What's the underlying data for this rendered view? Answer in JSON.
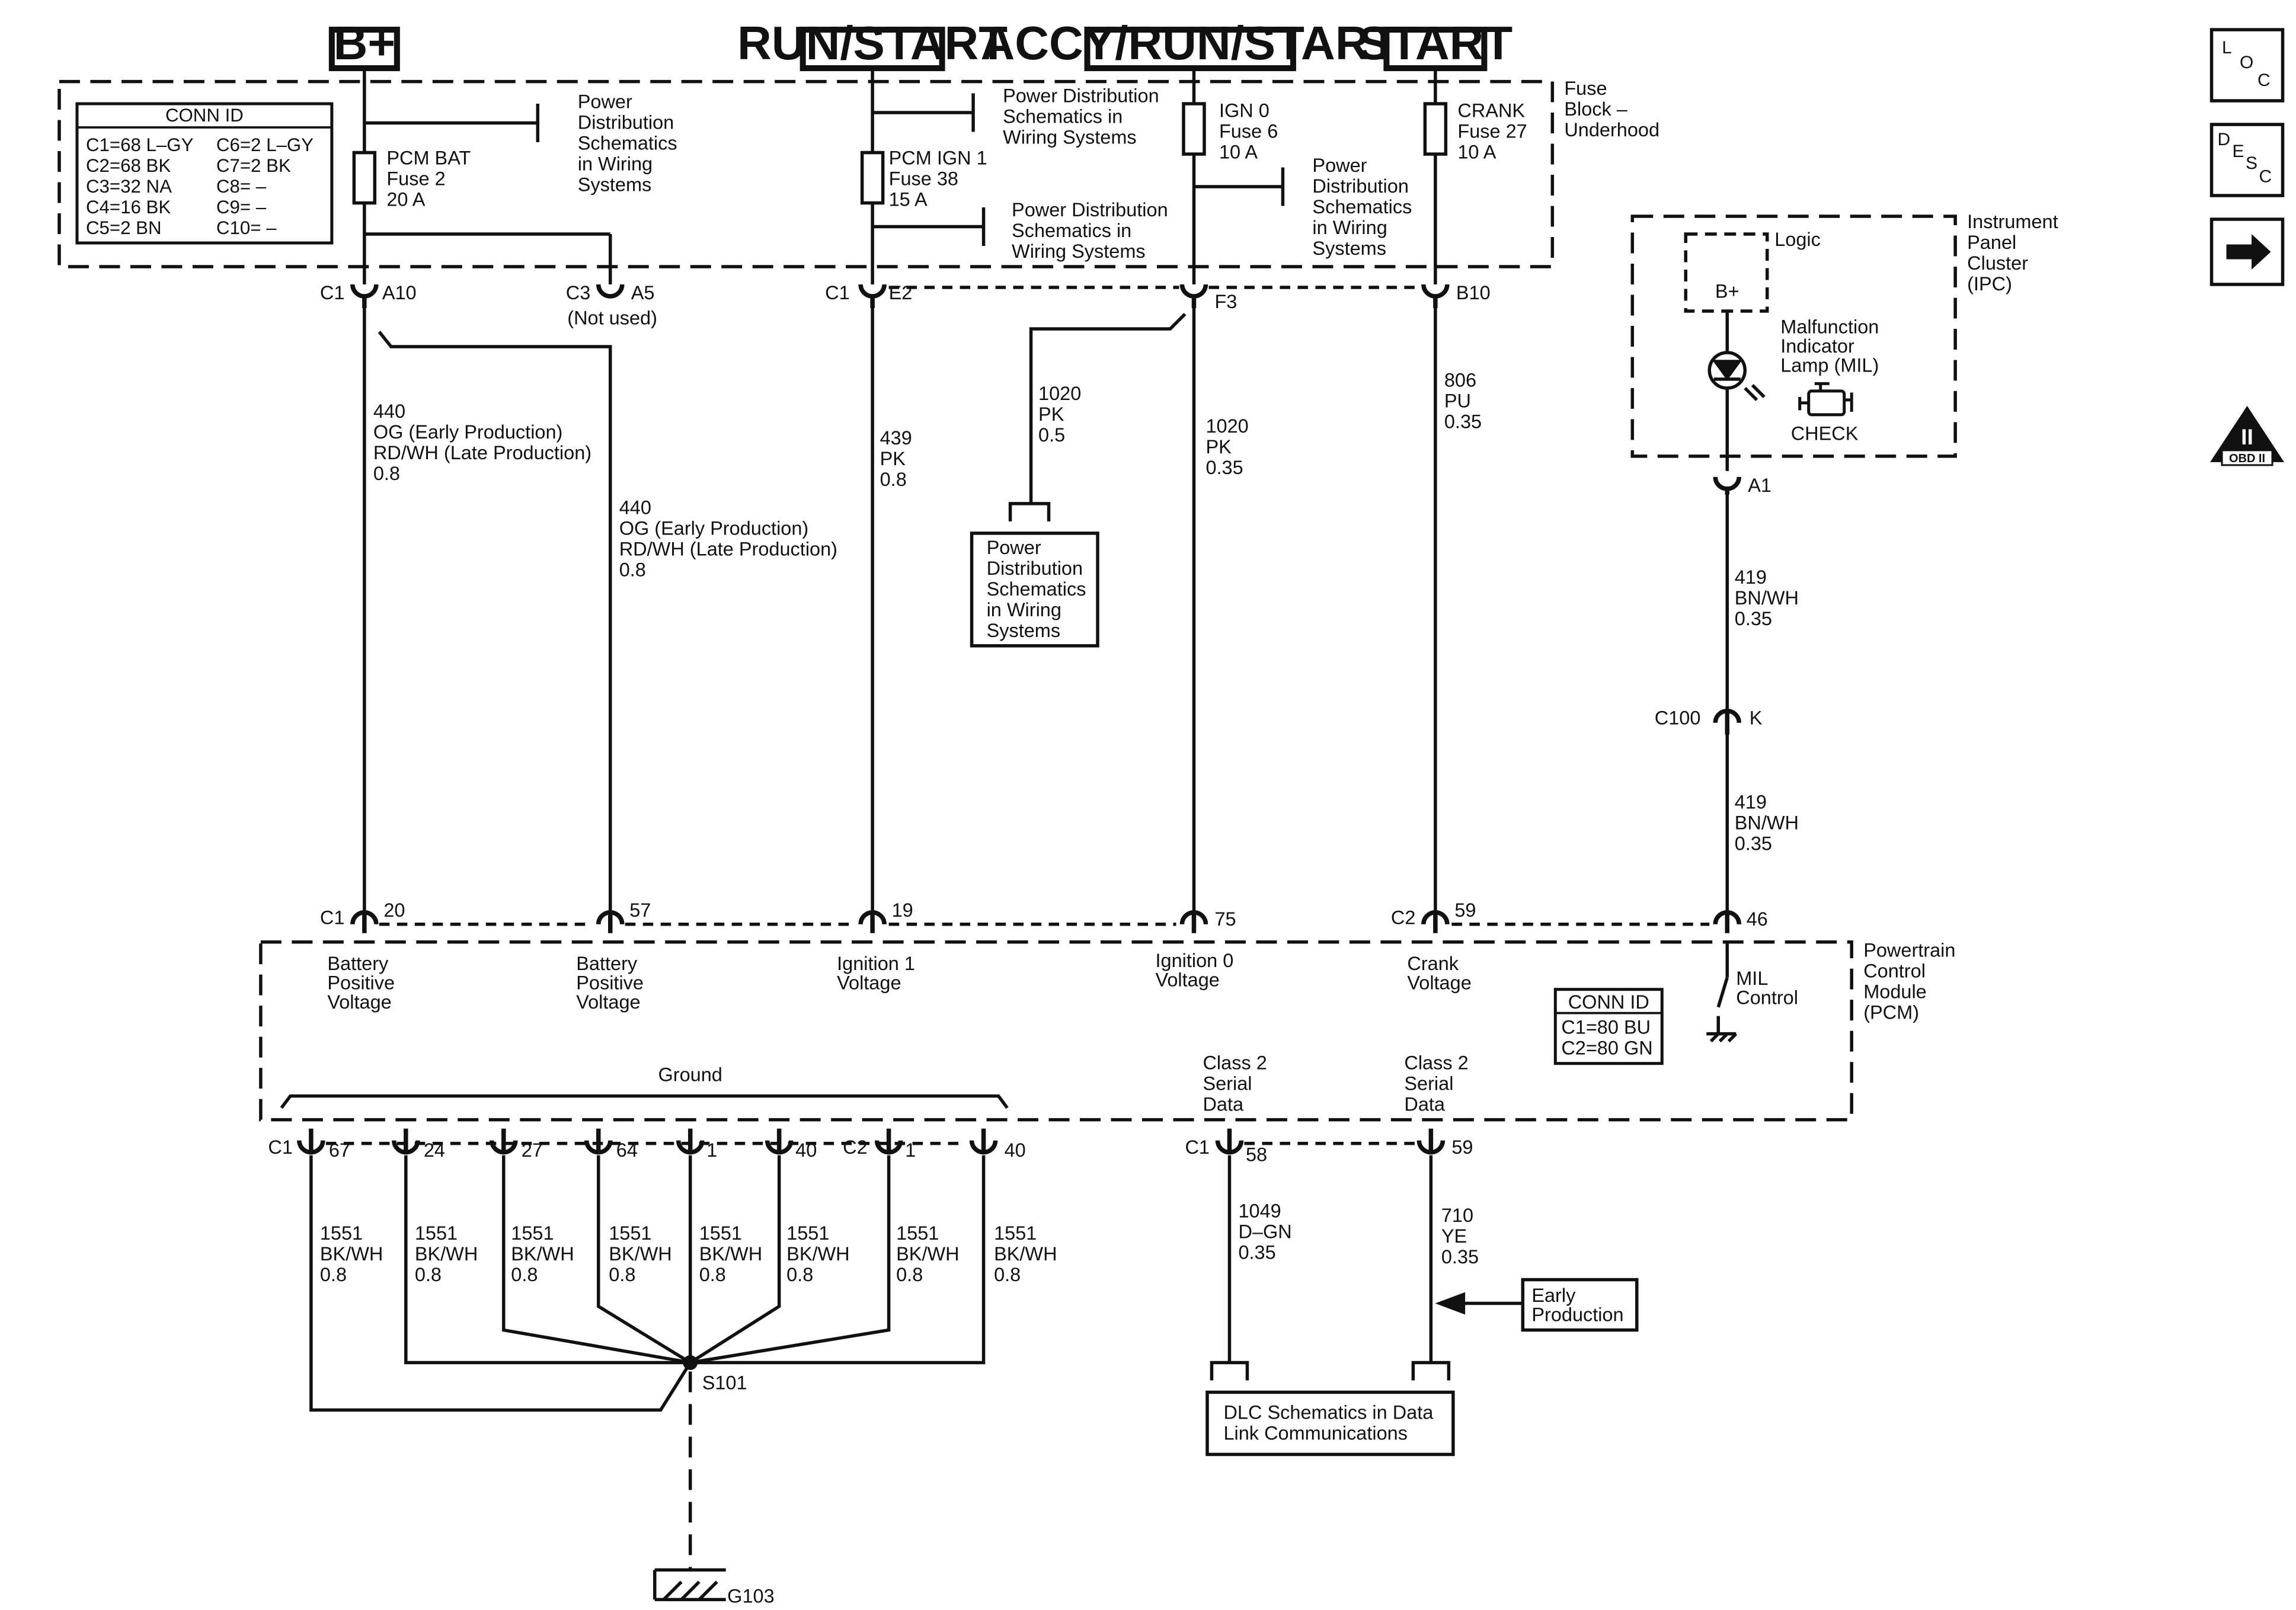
{
  "power_sources": [
    "B+",
    "RUN/START",
    "ACCY/RUN/START",
    "START"
  ],
  "fuse_block": {
    "title": [
      "Fuse",
      "Block –",
      "Underhood"
    ],
    "conn_id": {
      "title": "CONN ID",
      "left": [
        "C1=68 L–GY",
        "C2=68 BK",
        "C3=32 NA",
        "C4=16 BK",
        "C5=2 BN"
      ],
      "right": [
        "C6=2 L–GY",
        "C7=2 BK",
        "C8= –",
        "C9= –",
        "C10= –"
      ]
    },
    "fuses": [
      [
        "PCM BAT",
        "Fuse 2",
        "20 A"
      ],
      [
        "PCM IGN 1",
        "Fuse 38",
        "15 A"
      ],
      [
        "IGN 0",
        "Fuse 6",
        "10 A"
      ],
      [
        "CRANK",
        "Fuse 27",
        "10 A"
      ]
    ],
    "ref_text": [
      "Power",
      "Distribution",
      "Schematics",
      "in Wiring",
      "Systems"
    ],
    "ref_run_start_top": [
      "Power Distribution",
      "Schematics in",
      "Wiring Systems"
    ],
    "ref_run_start_bottom": [
      "Power Distribution",
      "Schematics in",
      "Wiring Systems"
    ],
    "connectors": [
      {
        "conn": "C1",
        "pin": "A10"
      },
      {
        "conn": "C3",
        "pin": "A5",
        "note": "(Not used)"
      },
      {
        "conn": "C1",
        "pin": "E2"
      },
      {
        "conn": "",
        "pin": "F3"
      },
      {
        "conn": "",
        "pin": "B10"
      }
    ]
  },
  "wires": {
    "w440_a": [
      "440",
      "OG (Early Production)",
      "RD/WH (Late Production)",
      "0.8"
    ],
    "w440_b": [
      "440",
      "OG (Early Production)",
      "RD/WH (Late Production)",
      "0.8"
    ],
    "w439": [
      "439",
      "PK",
      "0.8"
    ],
    "w1020_branch": [
      "1020",
      "PK",
      "0.5"
    ],
    "w1020": [
      "1020",
      "PK",
      "0.35"
    ],
    "w806": [
      "806",
      "PU",
      "0.35"
    ],
    "w419_a": [
      "419",
      "BN/WH",
      "0.35"
    ],
    "w419_b": [
      "419",
      "BN/WH",
      "0.35"
    ],
    "w1049": [
      "1049",
      "D–GN",
      "0.35"
    ],
    "w710": [
      "710",
      "YE",
      "0.35"
    ],
    "ground_wire": [
      "1551",
      "BK/WH",
      "0.8"
    ]
  },
  "power_ref_box": [
    "Power",
    "Distribution",
    "Schematics",
    "in Wiring",
    "Systems"
  ],
  "ipc": {
    "title": [
      "Instrument",
      "Panel",
      "Cluster",
      "(IPC)"
    ],
    "logic": "Logic",
    "bplus": "B+",
    "mil": [
      "Malfunction",
      "Indicator",
      "Lamp (MIL)"
    ],
    "check": "CHECK",
    "pin": "A1",
    "c100": "C100",
    "c100_pin": "K"
  },
  "pcm": {
    "title": [
      "Powertrain",
      "Control",
      "Module",
      "(PCM)"
    ],
    "pins_top": [
      {
        "conn": "C1",
        "pin": "20"
      },
      {
        "conn": "",
        "pin": "57"
      },
      {
        "conn": "",
        "pin": "19"
      },
      {
        "conn": "",
        "pin": "75"
      },
      {
        "conn": "C2",
        "pin": "59"
      },
      {
        "conn": "",
        "pin": "46"
      }
    ],
    "inputs": [
      [
        "Battery",
        "Positive",
        "Voltage"
      ],
      [
        "Battery",
        "Positive",
        "Voltage"
      ],
      [
        "Ignition 1",
        "Voltage"
      ],
      [
        "Ignition 0",
        "Voltage"
      ],
      [
        "Crank",
        "Voltage"
      ],
      [
        "MIL",
        "Control"
      ]
    ],
    "conn_id": {
      "title": "CONN ID",
      "rows": [
        "C1=80 BU",
        "C2=80 GN"
      ]
    },
    "ground": "Ground",
    "serial": [
      [
        "Class 2",
        "Serial",
        "Data"
      ],
      [
        "Class 2",
        "Serial",
        "Data"
      ]
    ],
    "ground_pins": [
      {
        "conn": "C1",
        "pin": "67"
      },
      {
        "conn": "",
        "pin": "24"
      },
      {
        "conn": "",
        "pin": "27"
      },
      {
        "conn": "",
        "pin": "64"
      },
      {
        "conn": "",
        "pin": "1"
      },
      {
        "conn": "",
        "pin": "40"
      },
      {
        "conn": "C2",
        "pin": "1"
      },
      {
        "conn": "",
        "pin": "40"
      }
    ],
    "serial_pins": [
      {
        "conn": "C1",
        "pin": "58"
      },
      {
        "conn": "",
        "pin": "59"
      }
    ]
  },
  "splice": "S101",
  "ground_point": "G103",
  "dlc_box": [
    "DLC Schematics in Data",
    "Link Communications"
  ],
  "early_box": [
    "Early",
    "Production"
  ],
  "side_icons": {
    "loc": [
      "L",
      "O",
      "C"
    ],
    "desc": [
      "D",
      "E",
      "S",
      "C"
    ],
    "obd_numeral": "II",
    "obd_label": "OBD II"
  }
}
